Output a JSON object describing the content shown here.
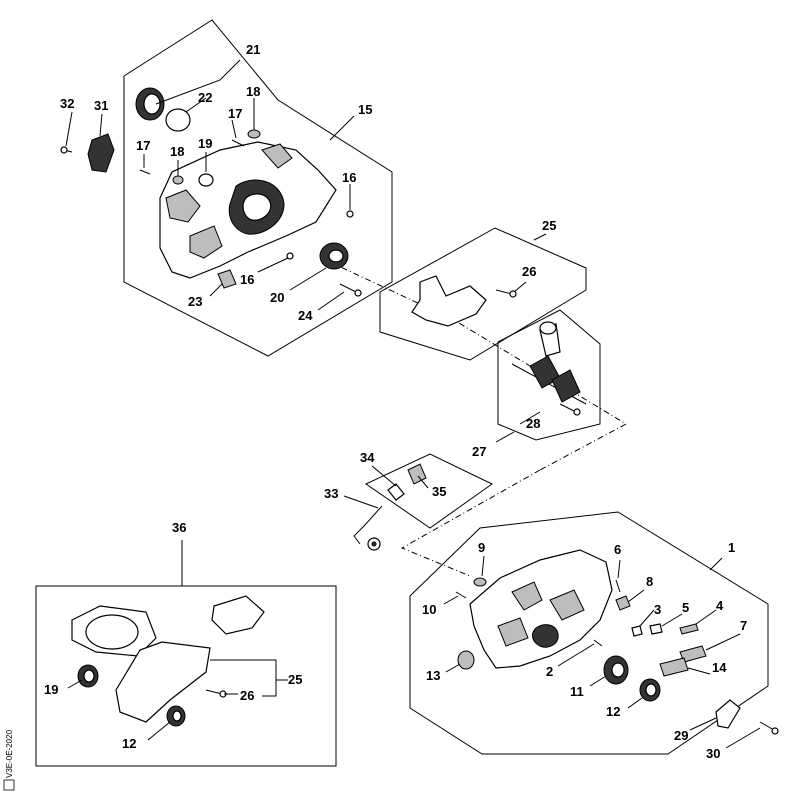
{
  "callouts": {
    "c1": "1",
    "c2": "2",
    "c3": "3",
    "c4": "4",
    "c5": "5",
    "c6": "6",
    "c7": "7",
    "c8": "8",
    "c9": "9",
    "c10": "10",
    "c11": "11",
    "c12": "12",
    "c13": "13",
    "c14": "14",
    "c15": "15",
    "c16": "16",
    "c17": "17",
    "c18": "18",
    "c19": "19",
    "c20": "20",
    "c21": "21",
    "c22": "22",
    "c23": "23",
    "c24": "24",
    "c25": "25",
    "c26": "26",
    "c27": "27",
    "c28": "28",
    "c29": "29",
    "c30": "30",
    "c31": "31",
    "c32": "32",
    "c33": "33",
    "c34": "34",
    "c35": "35",
    "c36": "36"
  },
  "side_code": "V3E-0E-2020",
  "colors": {
    "ink": "#000000",
    "paper": "#ffffff",
    "shade": "#bdbdbd"
  }
}
